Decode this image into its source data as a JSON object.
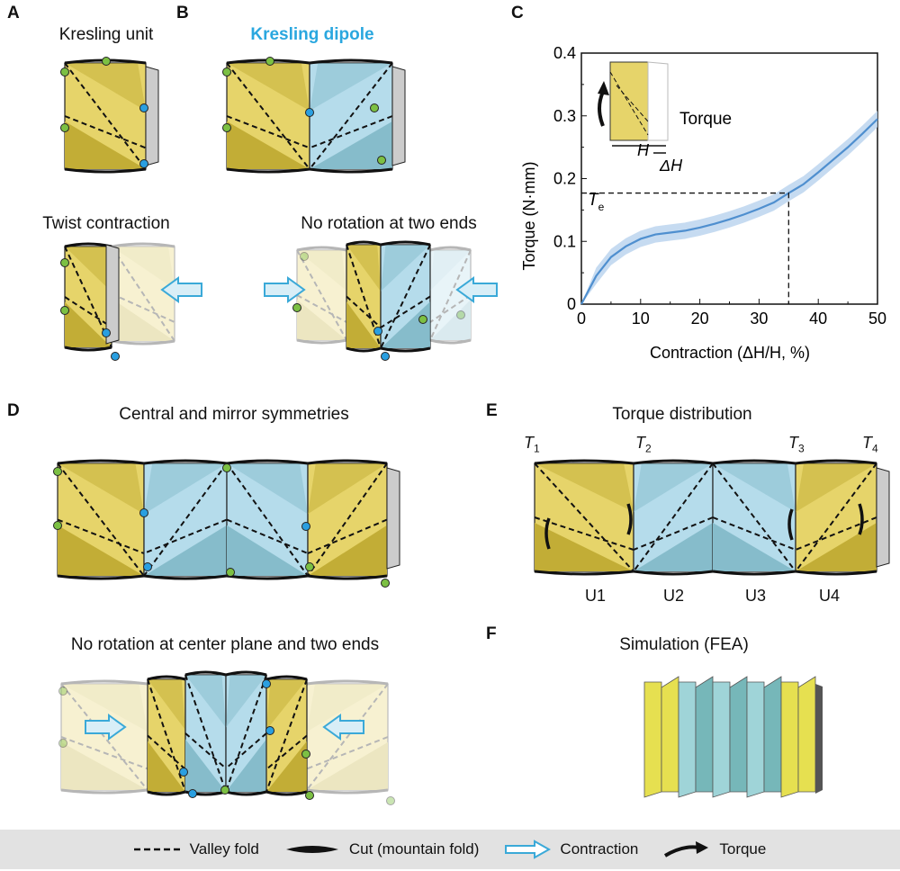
{
  "panels": {
    "A": {
      "label": "A",
      "title": "Kresling unit",
      "subtitle": "Twist contraction"
    },
    "B": {
      "label": "B",
      "title": "Kresling dipole",
      "subtitle": "No rotation at two ends"
    },
    "C": {
      "label": "C",
      "inset_label": "Torque",
      "inset_H": "H",
      "inset_dH": "ΔH",
      "te_label": "T",
      "te_sub": "e"
    },
    "D": {
      "label": "D",
      "title": "Central and mirror symmetries",
      "subtitle": "No rotation at center plane and two ends"
    },
    "E": {
      "label": "E",
      "title": "Torque distribution",
      "torques": [
        {
          "t": "T",
          "s": "1"
        },
        {
          "t": "T",
          "s": "2"
        },
        {
          "t": "T",
          "s": "3"
        },
        {
          "t": "T",
          "s": "4"
        }
      ],
      "units": [
        "U1",
        "U2",
        "U3",
        "U4"
      ]
    },
    "F": {
      "label": "F",
      "title": "Simulation (FEA)"
    }
  },
  "colors": {
    "yellow": "#e6d46a",
    "yellow_dark": "#c2ad36",
    "blue": "#b5dceb",
    "blue_dark": "#86bccb",
    "accent_title": "#2aa7df",
    "curve": "#4f8fcf",
    "band": "#bcd5ee",
    "node_green": "#7cc043",
    "node_blue": "#2a9fe0"
  },
  "chart_data": {
    "type": "line",
    "title": "",
    "xlabel": "Contraction (ΔH/H, %)",
    "ylabel": "Torque (N·mm)",
    "xlim": [
      0,
      50
    ],
    "ylim": [
      0,
      0.4
    ],
    "xticks": [
      "0",
      "10",
      "20",
      "30",
      "40",
      "50"
    ],
    "yticks": [
      "0",
      "0.1",
      "0.2",
      "0.3",
      "0.4"
    ],
    "series": [
      {
        "name": "Torque",
        "x": [
          0,
          2.5,
          5,
          7.5,
          10,
          12.5,
          15,
          17.5,
          20,
          22.5,
          25,
          27.5,
          30,
          32.5,
          35,
          37.5,
          40,
          42.5,
          45,
          47.5,
          50
        ],
        "y": [
          0,
          0.045,
          0.075,
          0.092,
          0.104,
          0.111,
          0.114,
          0.117,
          0.122,
          0.128,
          0.135,
          0.143,
          0.152,
          0.162,
          0.177,
          0.191,
          0.21,
          0.23,
          0.25,
          0.272,
          0.295
        ],
        "band": 0.013
      }
    ],
    "reference": {
      "x": 35,
      "y": 0.177,
      "label": "Te"
    }
  },
  "legend": [
    {
      "label": "Valley fold",
      "icon": "dashed-line"
    },
    {
      "label": "Cut (mountain fold)",
      "icon": "lens-shape"
    },
    {
      "label": "Contraction",
      "icon": "hollow-arrow"
    },
    {
      "label": "Torque",
      "icon": "curved-arrow"
    }
  ]
}
